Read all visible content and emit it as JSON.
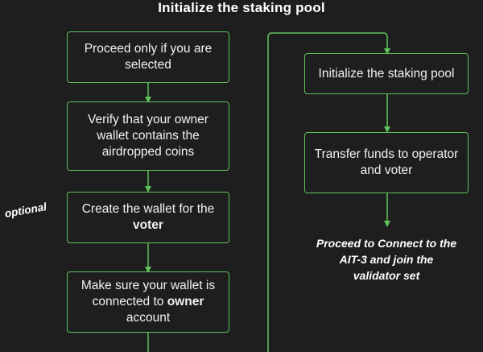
{
  "title": "Initialize the staking pool",
  "left_steps": [
    {
      "pre": "Proceed only if you are selected",
      "bold": "",
      "post": ""
    },
    {
      "pre": "Verify that your owner wallet contains the airdropped coins",
      "bold": "",
      "post": ""
    },
    {
      "pre": "Create the wallet for the ",
      "bold": "voter",
      "post": ""
    },
    {
      "pre": "Make sure your wallet is connected to ",
      "bold": "owner",
      "post": " account"
    }
  ],
  "right_steps": [
    {
      "text": "Initialize the staking pool"
    },
    {
      "text": "Transfer funds to operator and voter"
    }
  ],
  "optional_label": "optional",
  "final_note": "Proceed to Connect to the AIT-3 and join the validator set",
  "colors": {
    "background": "#1e1e1e",
    "accent": "#5fc25a",
    "text": "#ffffff"
  }
}
